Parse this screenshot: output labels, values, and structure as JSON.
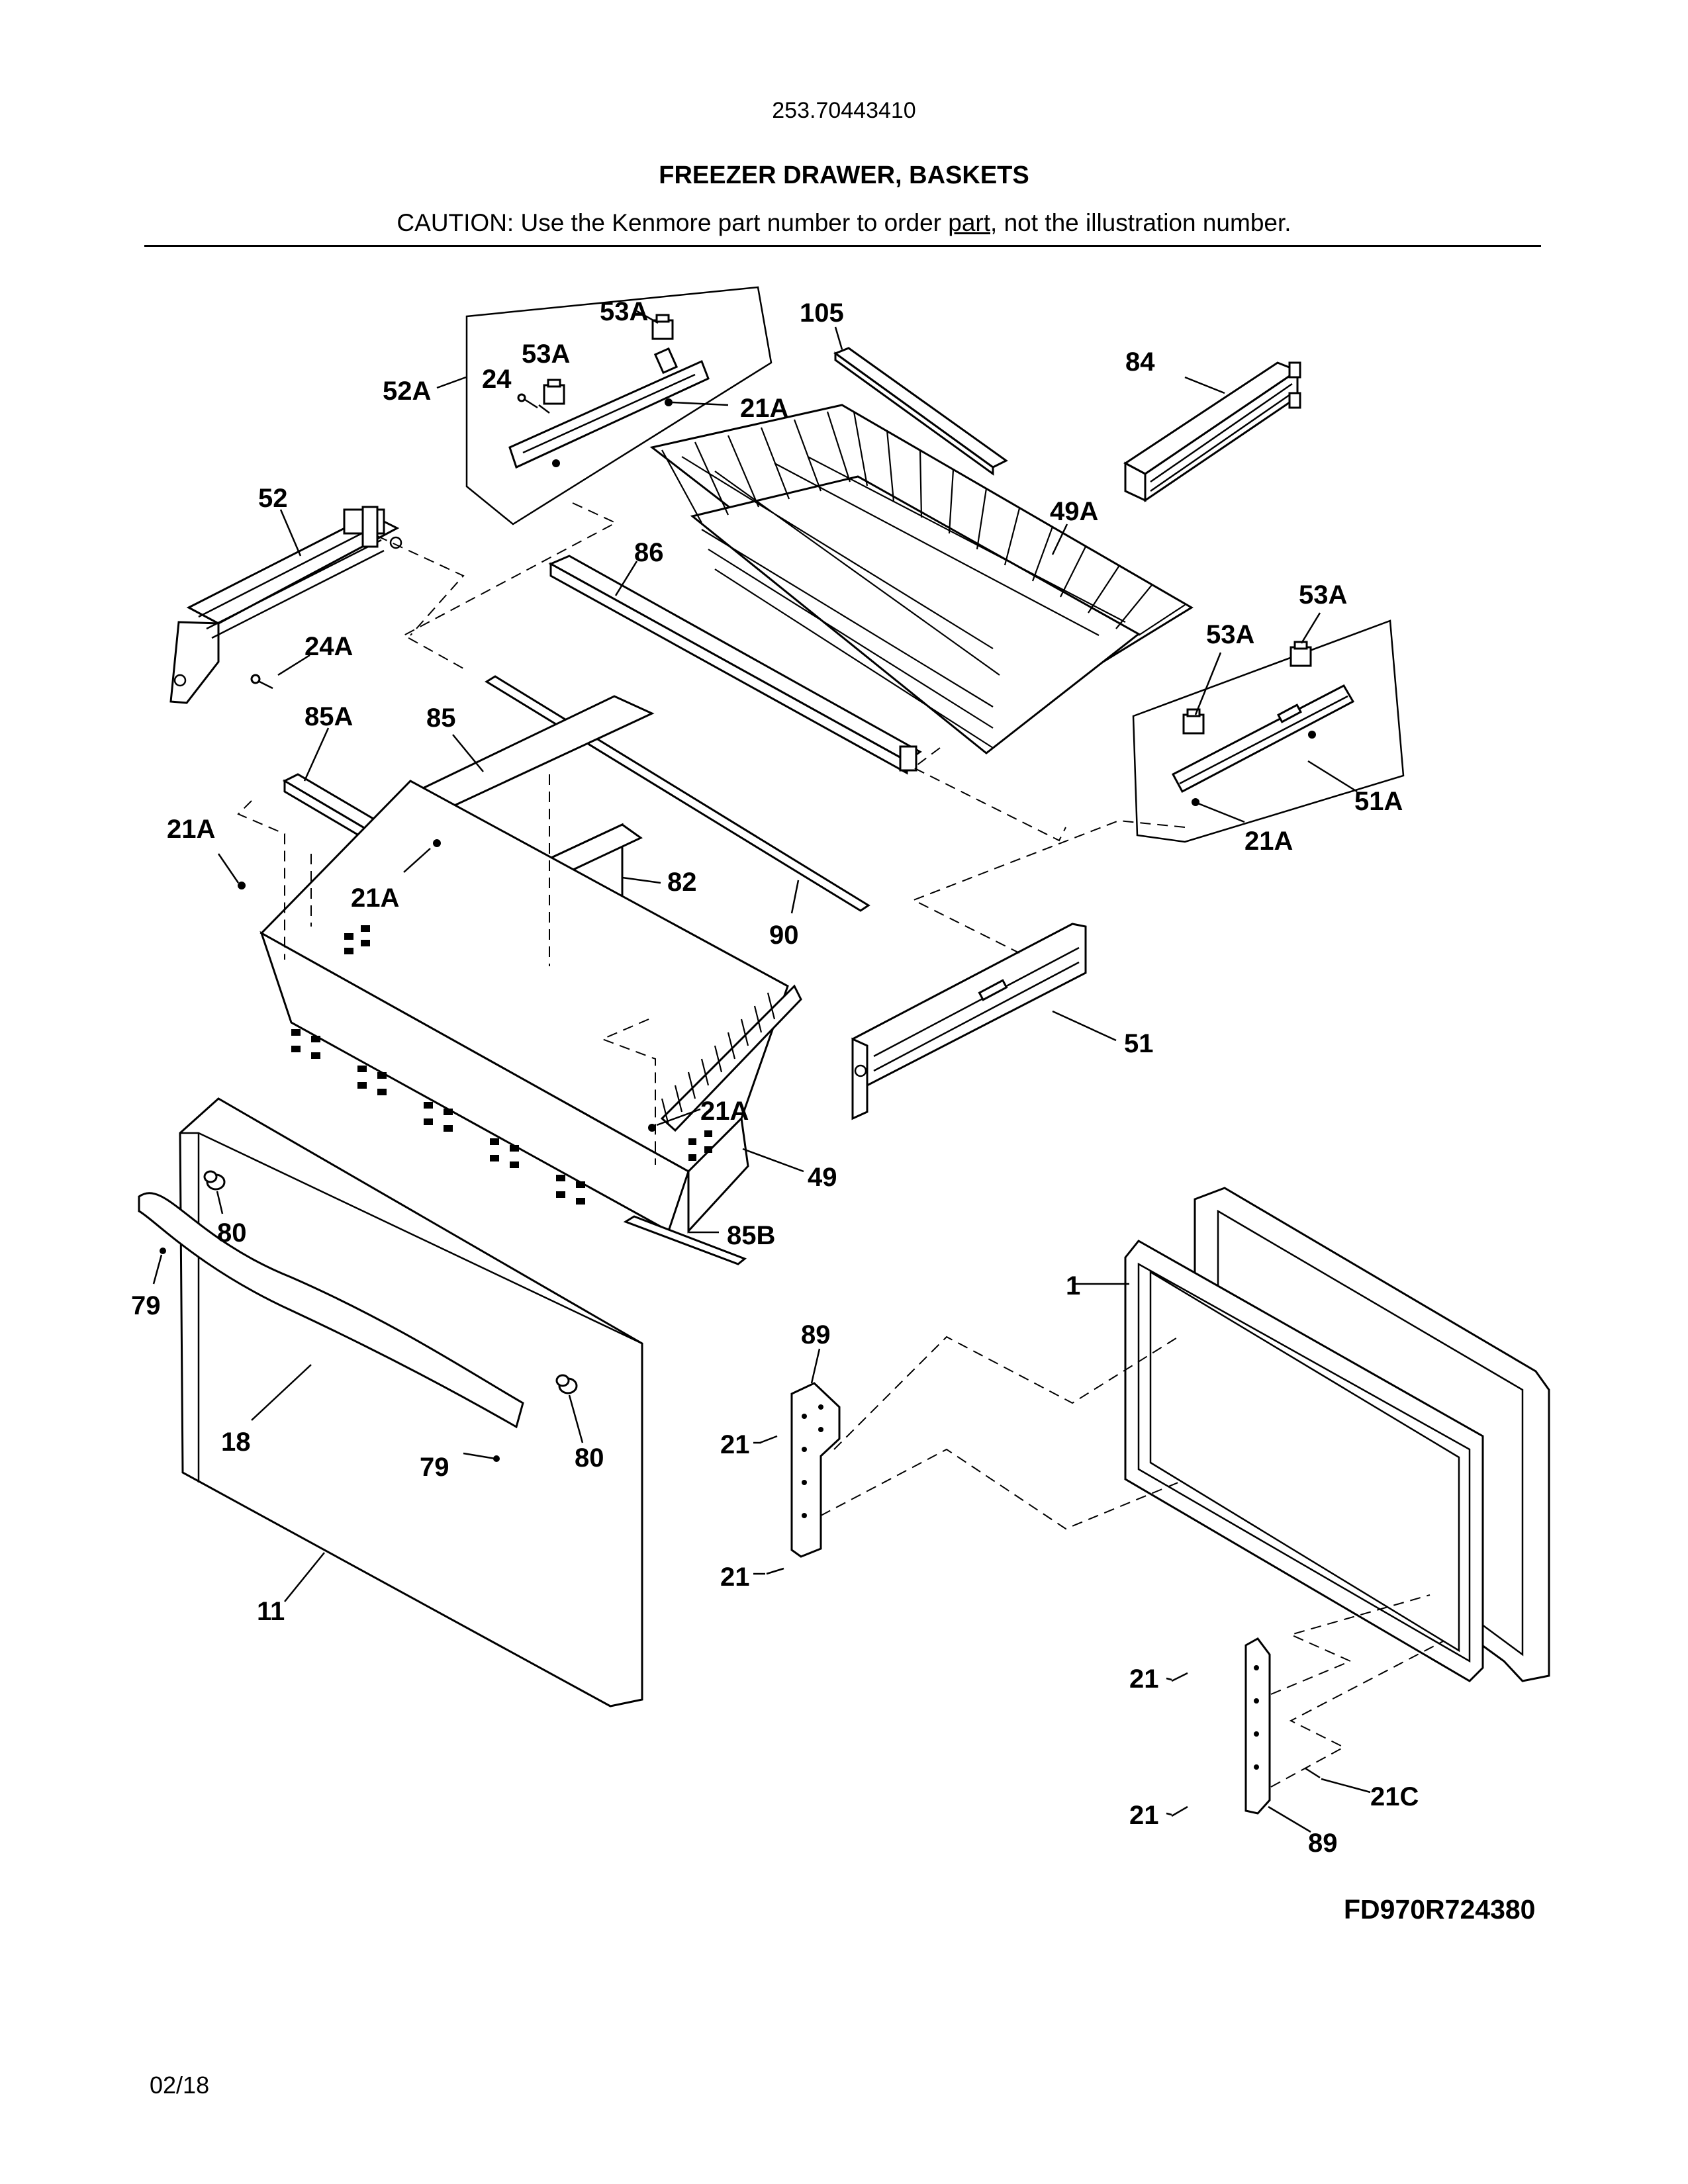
{
  "header": {
    "model_number": "253.70443410",
    "title": "FREEZER DRAWER, BASKETS",
    "caution_before": "CAUTION: Use the Kenmore part number to order ",
    "caution_underlined": "part",
    "caution_after": ", not the illustration number."
  },
  "footer": {
    "diagram_code": "FD970R724380",
    "date_code": "02/18"
  },
  "callouts": [
    "53A",
    "53A",
    "105",
    "84",
    "24",
    "52A",
    "21A",
    "52",
    "49A",
    "86",
    "53A",
    "53A",
    "24A",
    "85A",
    "85",
    "21A",
    "21A",
    "82",
    "51A",
    "21A",
    "90",
    "51",
    "21A",
    "49",
    "80",
    "85B",
    "79",
    "1",
    "89",
    "18",
    "21",
    "79",
    "80",
    "21",
    "11",
    "21",
    "21C",
    "21",
    "89"
  ]
}
